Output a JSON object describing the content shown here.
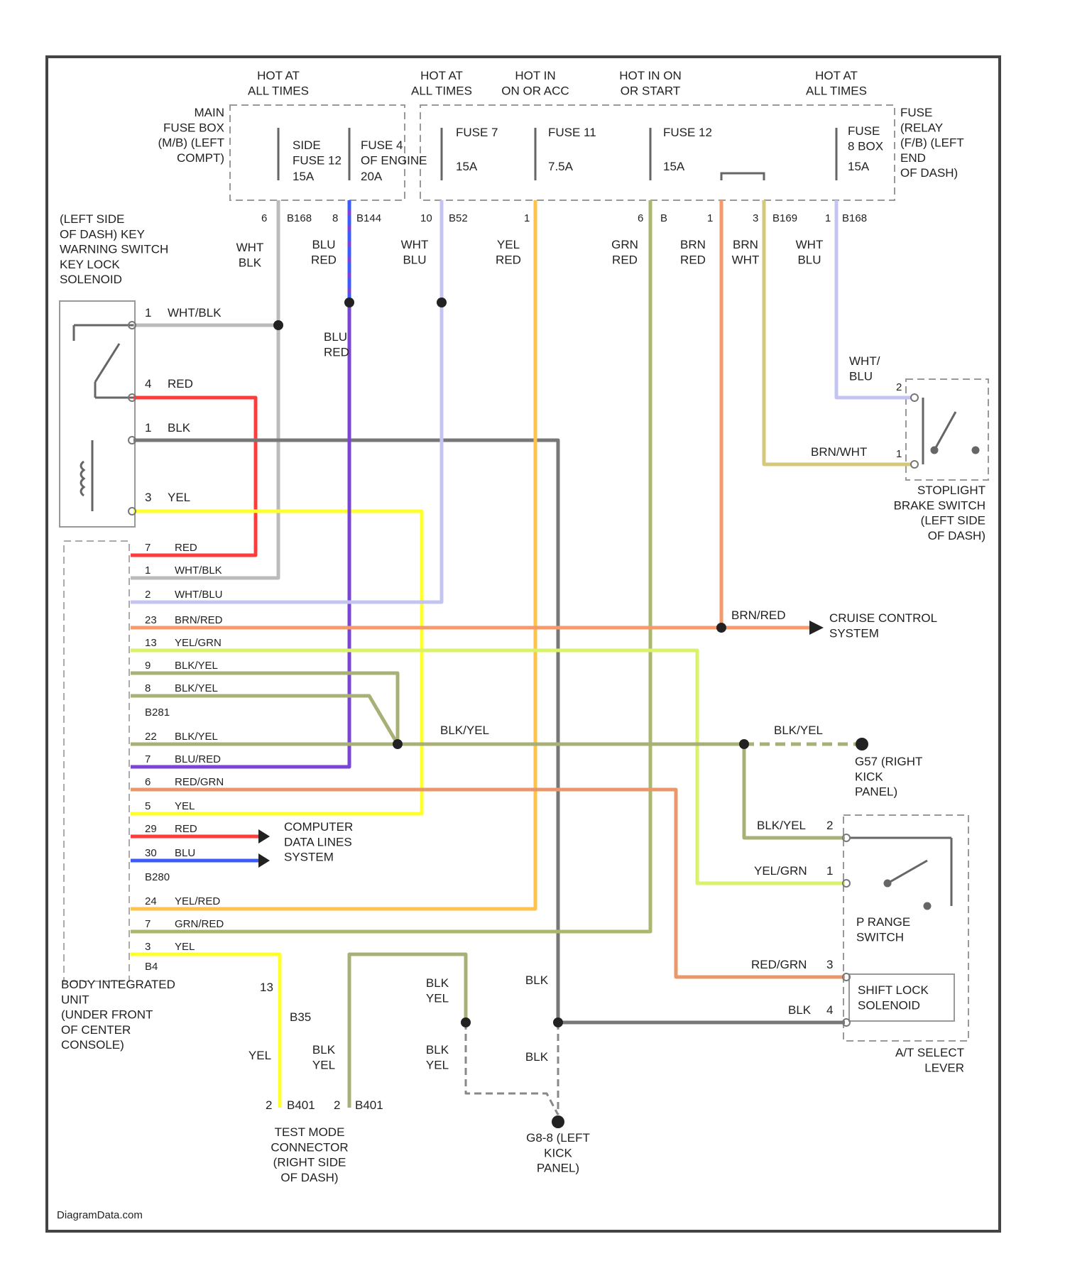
{
  "footer": "DiagramData.com",
  "power_headers": [
    "HOT AT|ALL TIMES",
    "HOT AT|ALL TIMES",
    "HOT IN|ON OR ACC",
    "HOT IN ON|OR START",
    "HOT AT|ALL TIMES"
  ],
  "fuse_boxes": {
    "main": "MAIN|FUSE BOX|(M/B) (LEFT|COMPT)",
    "relay": "FUSE|(RELAY|(F/B) (LEFT|END|OF DASH)"
  },
  "fuses": [
    {
      "name": "SIDE|FUSE 12",
      "rating": "15A"
    },
    {
      "name": "FUSE 4|OF ENGINE",
      "rating": "20A"
    },
    {
      "name": "FUSE 7",
      "rating": "15A"
    },
    {
      "name": "FUSE 11",
      "rating": "7.5A"
    },
    {
      "name": "FUSE 12",
      "rating": "15A"
    },
    {
      "name": "FUSE|8 BOX",
      "rating": "15A"
    }
  ],
  "connector_ids": [
    "6",
    "B168",
    "8",
    "B144",
    "10",
    "B52",
    "1",
    "6",
    "B",
    "1",
    "3",
    "B169",
    "1",
    "B168"
  ],
  "wire_labels_top": [
    "WHT|BLK",
    "BLU|RED",
    "WHT|BLU",
    "YEL|RED",
    "GRN|RED",
    "BRN|RED",
    "BRN|WHT",
    "WHT|BLU"
  ],
  "key_switch": {
    "title": "(LEFT SIDE|OF DASH) KEY|WARNING SWITCH|KEY LOCK|SOLENOID",
    "pins": [
      {
        "pin": "1",
        "wire": "WHT/BLK"
      },
      {
        "pin": "4",
        "wire": "RED"
      },
      {
        "pin": "1",
        "wire": "BLK"
      },
      {
        "pin": "3",
        "wire": "YEL"
      }
    ]
  },
  "bcu": {
    "title": "BODY INTEGRATED|UNIT|(UNDER FRONT|OF CENTER|CONSOLE)",
    "pins": [
      {
        "pin": "7",
        "wire": "RED"
      },
      {
        "pin": "1",
        "wire": "WHT/BLK"
      },
      {
        "pin": "2",
        "wire": "WHT/BLU"
      },
      {
        "pin": "23",
        "wire": "BRN/RED"
      },
      {
        "pin": "13",
        "wire": "YEL/GRN"
      },
      {
        "pin": "9",
        "wire": "BLK/YEL"
      },
      {
        "pin": "8",
        "wire": "BLK/YEL"
      },
      {
        "pin": "",
        "wire": "B281"
      },
      {
        "pin": "22",
        "wire": "BLK/YEL"
      },
      {
        "pin": "7",
        "wire": "BLU/RED"
      },
      {
        "pin": "6",
        "wire": "RED/GRN"
      },
      {
        "pin": "5",
        "wire": "YEL"
      },
      {
        "pin": "29",
        "wire": "RED"
      },
      {
        "pin": "30",
        "wire": "BLU"
      },
      {
        "pin": "",
        "wire": "B280"
      },
      {
        "pin": "24",
        "wire": "YEL/RED"
      },
      {
        "pin": "7",
        "wire": "GRN/RED"
      },
      {
        "pin": "3",
        "wire": "YEL"
      },
      {
        "pin": "",
        "wire": "B4"
      }
    ]
  },
  "wire_labels_mid": [
    "BLU|RED",
    "BLK/YEL",
    "BLK/YEL",
    "BRN/RED",
    "WHT/|BLU",
    "BRN/WHT"
  ],
  "stoplight_switch": {
    "title": "STOPLIGHT|BRAKE SWITCH|(LEFT SIDE|OF DASH)",
    "pins": [
      "2",
      "1"
    ]
  },
  "cruise_control": "CRUISE CONTROL|SYSTEM",
  "computer_data": "COMPUTER|DATA LINES|SYSTEM",
  "ground_g57": "G57 (RIGHT|KICK|PANEL)",
  "at_select": {
    "title": "A/T SELECT|LEVER",
    "p_range": "P RANGE|SWITCH",
    "shift_lock": "SHIFT LOCK|SOLENOID",
    "pins": [
      {
        "pin": "2",
        "wire": "BLK/YEL"
      },
      {
        "pin": "1",
        "wire": "YEL/GRN"
      },
      {
        "pin": "3",
        "wire": "RED/GRN"
      },
      {
        "pin": "4",
        "wire": "BLK"
      }
    ]
  },
  "test_connector": {
    "title": "TEST MODE|CONNECTOR|(RIGHT SIDE|OF DASH)",
    "pin_a": "13",
    "conn": "B35",
    "labels": [
      "2",
      "B401",
      "2",
      "B401"
    ]
  },
  "wire_labels_bottom": [
    "YEL",
    "BLK|YEL",
    "BLK|YEL",
    "BLK|YEL",
    "BLK",
    "BLK"
  ],
  "ground_g64": "G8-8 (LEFT|KICK|PANEL)",
  "colors": {
    "red": "#ff3b3b",
    "blue_red": "#7a44d4",
    "white_blue": "#c4c4f2",
    "yellow": "#ffff2a",
    "yellow_red": "#ffc24a",
    "green_red": "#aab86e",
    "brown_red": "#f59a6a",
    "brown_white": "#d6c87a",
    "yellow_green": "#d8f26a",
    "black": "#777777",
    "white_black": "#bbbbbb",
    "black_yellow": "#a8b078",
    "blue": "#3b5bff",
    "red_green": "#e8986a",
    "border": "#444444"
  }
}
